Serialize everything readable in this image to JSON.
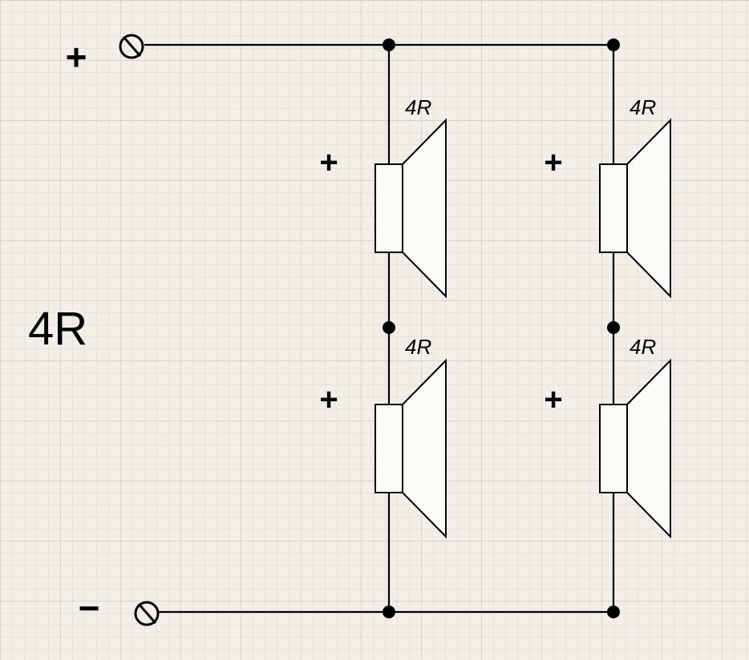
{
  "terminals": {
    "positive_sign": "+",
    "negative_sign": "−"
  },
  "total_impedance": "4R",
  "speakers": [
    {
      "id": "left-top",
      "impedance": "4R",
      "polarity": "+"
    },
    {
      "id": "right-top",
      "impedance": "4R",
      "polarity": "+"
    },
    {
      "id": "left-bottom",
      "impedance": "4R",
      "polarity": "+"
    },
    {
      "id": "right-bottom",
      "impedance": "4R",
      "polarity": "+"
    }
  ],
  "colors": {
    "background": "#f1efe8",
    "grid_minor": "#dcdad2",
    "grid_major": "#cfccc3",
    "line": "#000000",
    "speaker_fill": "#fbfbf8"
  }
}
